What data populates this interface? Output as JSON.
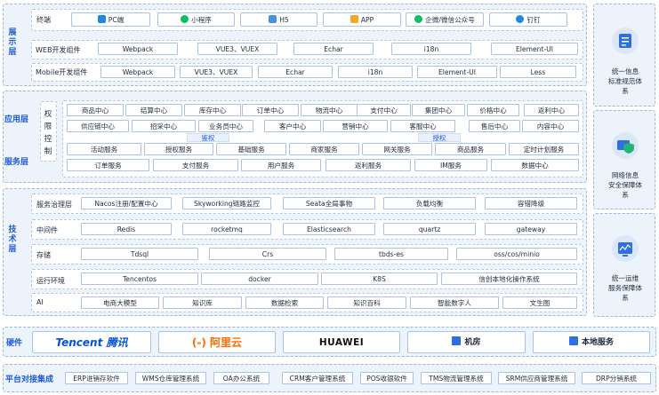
{
  "presentation": {
    "title": "展示层",
    "terminal_label": "终端",
    "terminals": [
      "PC端",
      "小程序",
      "H5",
      "APP",
      "企微/微信公众号",
      "钉钉"
    ],
    "web_label": "WEB开发组件",
    "web": [
      "Webpack",
      "VUE3、VUEX",
      "Echar",
      "i18n",
      "Element-UI"
    ],
    "mobile_label": "Mobile开发组件",
    "mobile": [
      "Webpack",
      "VUE3、VUEX",
      "Echar",
      "i18n",
      "Element-UI",
      "Less"
    ]
  },
  "application": {
    "title_app": "应用层",
    "title_service": "服务层",
    "perm_label": "权限控制",
    "row1": [
      "商品中心",
      "结算中心",
      "库存中心",
      "订单中心",
      "物流中心",
      "支付中心",
      "集团中心",
      "价格中心",
      "返利中心"
    ],
    "row2": [
      "供应链中心",
      "招采中心",
      "业务员中心",
      "客户中心",
      "营销中心",
      "客服中心",
      "售后中心",
      "内容中心"
    ],
    "auth_left": "鉴权",
    "auth_right": "授权",
    "row3": [
      "活动服务",
      "授权服务",
      "基础服务",
      "商家服务",
      "网关服务",
      "商品服务",
      "定时计划服务"
    ],
    "row4": [
      "订单服务",
      "支付服务",
      "用户服务",
      "返利服务",
      "IM服务",
      "数据中心"
    ]
  },
  "tech": {
    "title": "技术层",
    "rows": [
      {
        "label": "服务治理层",
        "items": [
          "Nacos注册/配置中心",
          "Skyworking链路监控",
          "Seata全局事物",
          "负载均衡",
          "容错降级"
        ]
      },
      {
        "label": "中间件",
        "items": [
          "Redis",
          "rocketmq",
          "Elasticsearch",
          "quartz",
          "gateway"
        ]
      },
      {
        "label": "存储",
        "items": [
          "Tdsql",
          "Crs",
          "tbds-es",
          "oss/cos/minio"
        ]
      },
      {
        "label": "运行环境",
        "items": [
          "Tencentos",
          "docker",
          "K8S",
          "信创本地化操作系统"
        ]
      },
      {
        "label": "AI",
        "items": [
          "电商大模型",
          "知识库",
          "数据检索",
          "知识百科",
          "智能数字人",
          "文生图"
        ]
      }
    ]
  },
  "hardware": {
    "title": "硬件",
    "items": [
      "Tencent 腾讯",
      "(-) 阿里云",
      "HUAWEI",
      "机房",
      "本地服务"
    ]
  },
  "integration": {
    "title": "平台对接集成",
    "items": [
      "ERP进销存软件",
      "WMS仓库管理系统",
      "OA办公系统",
      "CRM客户管理系统",
      "POS收银软件",
      "TMS物流管理系统",
      "SRM供应商管理系统",
      "DRP分销系统"
    ]
  },
  "side": [
    {
      "line1": "统一信息",
      "line2": "标准规范体",
      "line3": "系",
      "icon": "standards-icon"
    },
    {
      "line1": "网络信息",
      "line2": "安全保障体",
      "line3": "系",
      "icon": "security-icon"
    },
    {
      "line1": "统一运维",
      "line2": "服务保障体",
      "line3": "系",
      "icon": "ops-icon"
    }
  ],
  "colors": {
    "accent": "#1e5bd8",
    "panel_bg": "#edf3fb",
    "border": "#a9c2e8"
  }
}
